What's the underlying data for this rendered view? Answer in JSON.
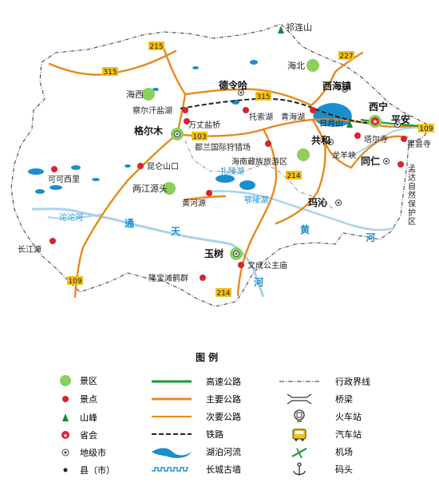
{
  "colors": {
    "border_fill": "#ffffff",
    "border_line": "#555555",
    "lake": "#1a8fd0",
    "river": "#8fc3e0",
    "main_road": "#e8891e",
    "expressway": "#1a9b3b",
    "railway": "#222222",
    "scenic": "#8ccf5a",
    "spot": "#d9232d",
    "peak": "#1a8a3c",
    "route_badge": "#f3c117"
  },
  "routes": {
    "r215": "215",
    "r315a": "315",
    "r315b": "315",
    "r227": "227",
    "r109a": "109",
    "r109b": "109",
    "r103": "103",
    "r214a": "214",
    "r214b": "214"
  },
  "places": {
    "qilianshan": "祁连山",
    "haibei": "海北",
    "haixi": "海西",
    "delingha": "德令哈",
    "xihaizhen": "西海镇",
    "chaerhan": "察尔汗盐湖",
    "tuosuohu": "托索湖",
    "qinghaihu": "青海湖",
    "riyueshan": "日月山",
    "xining": "西宁",
    "pingan": "平安",
    "geermu": "格尔木",
    "wanzhanqiao": "万丈盐桥",
    "dulan": "都兰国际狩猎场",
    "gonghe": "共和",
    "taersi": "塔尔寺",
    "qutansi": "瞿昙寺",
    "hainan": "海南藏族旅游区",
    "longyangxia": "龙羊峡",
    "tongren": "同仁",
    "kekexili": "可可西里",
    "kunlunshankou": "昆仑山口",
    "mengda": "孟达自然保护区",
    "sanjiangyuan": "两江源头",
    "huangheyuan": "黄河源",
    "zhalinghu": "扎陵湖",
    "eling": "鄂陵湖",
    "maqin": "玛沁",
    "tuotuohe": "沱沱河",
    "changjiangyuan": "长江源",
    "yushu": "玉树",
    "wencheng": "文成公主庙",
    "longbao": "隆宝滩鹤群"
  },
  "rivers": {
    "tong": "通",
    "tian": "天",
    "he1": "河",
    "huang": "黄",
    "he2": "河"
  },
  "legend": {
    "title": "图  例",
    "items": {
      "scenic": "景区",
      "spot": "景点",
      "peak": "山峰",
      "capital": "省会",
      "city": "地级市",
      "county": "县（市）",
      "expressway": "高速公路",
      "main_road": "主要公路",
      "secondary_road": "次要公路",
      "railway": "铁路",
      "lake_river": "湖泊河流",
      "great_wall": "长城古墙",
      "boundary": "行政界线",
      "bridge": "桥梁",
      "train_station": "火车站",
      "bus_station": "汽车站",
      "airport": "机场",
      "port": "码头"
    }
  }
}
